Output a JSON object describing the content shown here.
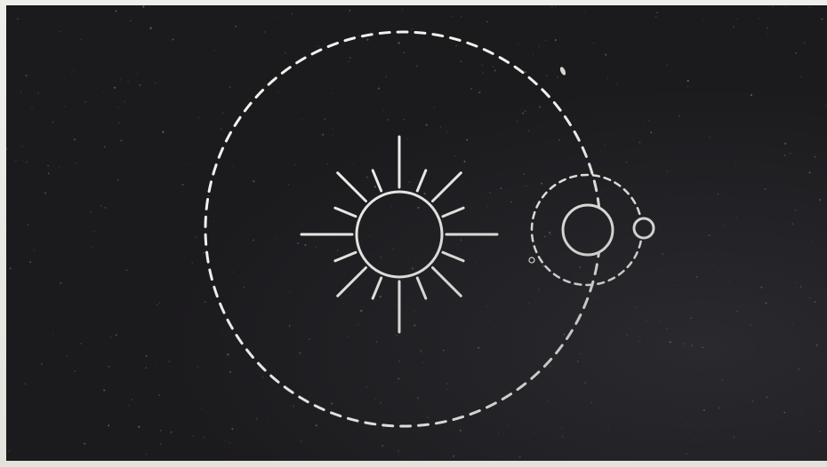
{
  "diagram": {
    "colors": {
      "background": "#1b1a1d",
      "stroke": "#f2f1ec",
      "page": "#e9e7e2"
    },
    "elements": [
      "sun-icon",
      "earth-orbit",
      "earth",
      "moon-orbit",
      "moon"
    ],
    "sun_ray_count": 16,
    "orbit_style": "dashed",
    "texts": []
  }
}
